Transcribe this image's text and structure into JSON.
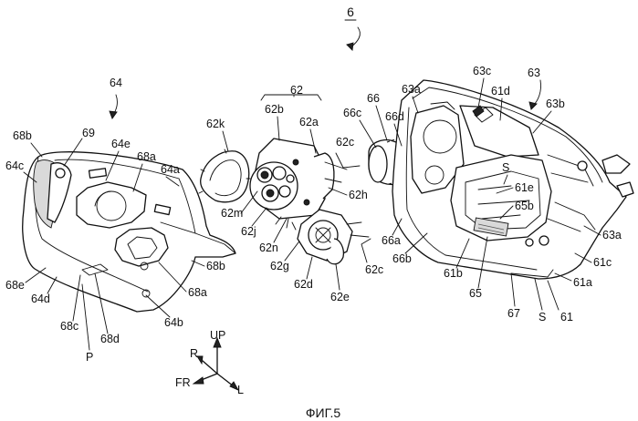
{
  "figure_number": "6",
  "caption": "ФИГ.5",
  "labels": {
    "l64": "64",
    "l68b_top": "68b",
    "l69": "69",
    "l64e": "64e",
    "l64c": "64c",
    "l68a_top": "68a",
    "l64a": "64a",
    "l68b_bottom": "68b",
    "l68e": "68e",
    "l64d": "64d",
    "l68a_bottom": "68a",
    "l68c": "68c",
    "l68d": "68d",
    "l64b": "64b",
    "lP": "P",
    "l62": "62",
    "l62b": "62b",
    "l62a": "62a",
    "l62k": "62k",
    "l62c_top": "62c",
    "l62m": "62m",
    "l62j": "62j",
    "l62h": "62h",
    "l62n": "62n",
    "l62g": "62g",
    "l62d": "62d",
    "l62e": "62e",
    "l62c_bottom": "62c",
    "l66": "66",
    "l66c": "66c",
    "l66d": "66d",
    "l63a_top": "63a",
    "l63c": "63c",
    "l63": "63",
    "l61d": "61d",
    "l63b": "63b",
    "lS_top": "S",
    "l61e": "61e",
    "l65b": "65b",
    "l66a": "66a",
    "l66b": "66b",
    "l61b": "61b",
    "l65": "65",
    "l67": "67",
    "lS_bottom": "S",
    "l61": "61",
    "l61a": "61a",
    "l61c": "61c",
    "l63a_bottom": "63a"
  },
  "axes": {
    "up": "UP",
    "r": "R",
    "fr": "FR",
    "l": "L"
  },
  "icons": [
    "arrow-figure-6",
    "arrow-64",
    "orientation-compass"
  ]
}
